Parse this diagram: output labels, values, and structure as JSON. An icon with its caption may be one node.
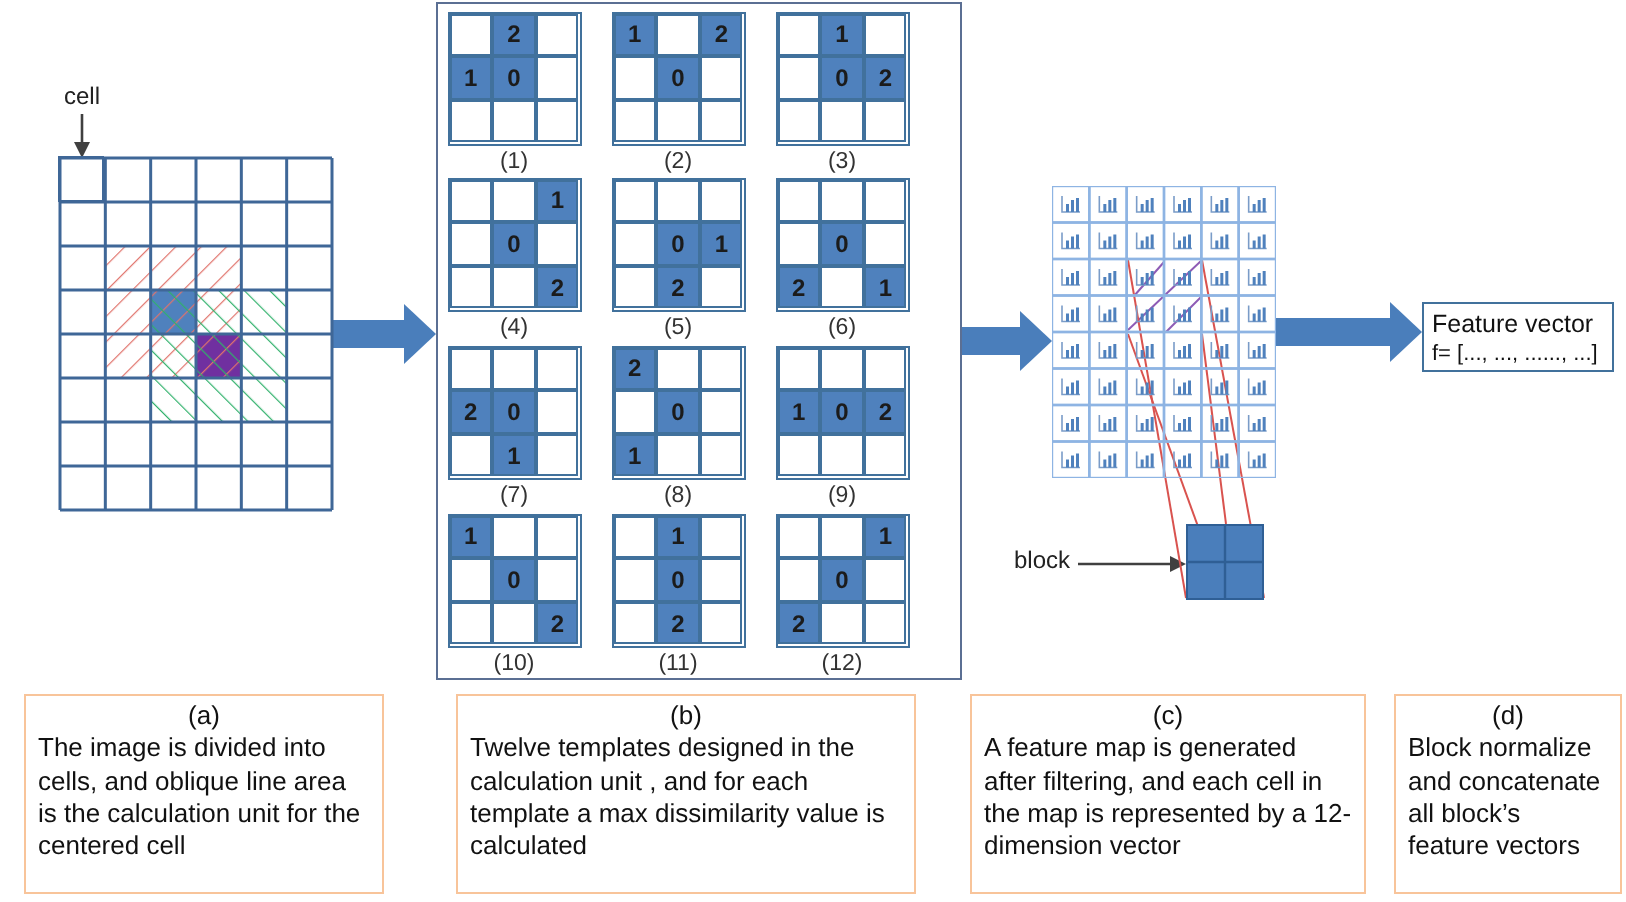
{
  "diagram": {
    "nodes": [
      {
        "text": [
          "cell"
        ]
      },
      {
        "text": [],
        "shape": "grid"
      },
      {
        "text": [],
        "shape": "box",
        "in": 1
      },
      {
        "text": [],
        "shape": "box"
      },
      {
        "text": [
          "2",
          "1",
          "0"
        ],
        "beside": [
          "(1)"
        ],
        "in": 3
      },
      {
        "text": [
          "1",
          "2",
          "0"
        ],
        "beside": [
          "(2)"
        ],
        "in": 3
      },
      {
        "text": [
          "1",
          "0",
          "2"
        ],
        "beside": [
          "(3)"
        ],
        "in": 3
      },
      {
        "text": [
          "1",
          "0",
          "2"
        ],
        "beside": [
          "(4)"
        ],
        "in": 3
      },
      {
        "text": [
          "0",
          "1",
          "2"
        ],
        "beside": [
          "(5)"
        ],
        "in": 3
      },
      {
        "text": [
          "0",
          "2",
          "1"
        ],
        "beside": [
          "(6)"
        ],
        "in": 3
      },
      {
        "text": [
          "2",
          "0",
          "1"
        ],
        "beside": [
          "(7)"
        ],
        "in": 3
      },
      {
        "text": [
          "2",
          "0",
          "1"
        ],
        "beside": [
          "(8)"
        ],
        "in": 3
      },
      {
        "text": [
          "1",
          "0",
          "2"
        ],
        "beside": [
          "(9)"
        ],
        "in": 3
      },
      {
        "text": [
          "1",
          "0",
          "2"
        ],
        "beside": [
          "(10)"
        ],
        "in": 3
      },
      {
        "text": [
          "1",
          "0",
          "2"
        ],
        "beside": [
          "(11)"
        ],
        "in": 3
      },
      {
        "text": [
          "1",
          "0",
          "2"
        ],
        "beside": [
          "(12)"
        ],
        "in": 3
      },
      {
        "text": [],
        "shape": "grid"
      },
      {
        "text": [
          "block"
        ]
      },
      {
        "text": [],
        "shape": "box"
      },
      {
        "text": [
          "Feature vector",
          "f= [..., ..., ......, ...]"
        ]
      },
      {
        "text": [
          "(a)",
          "The image is divided into cells, and oblique line area is the calculation unit for the centered cell"
        ]
      },
      {
        "text": [
          "(b)",
          "Twelve templates designed in the calculation unit , and for each template a max dissimilarity value is calculated"
        ]
      },
      {
        "text": [
          "(c)",
          "A feature map is generated after filtering, and each cell in the map is represented by a 12-dimension vector"
        ]
      },
      {
        "text": [
          "(d)",
          "Block normalize and concatenate all block’s feature vectors"
        ]
      }
    ],
    "edges": [
      {
        "from": 0,
        "to": 2,
        "arrow": "to",
        "color": "#404040"
      },
      {
        "from": 1,
        "to": 3,
        "arrow": "to",
        "style": "thick",
        "color": "#4a7ebb"
      },
      {
        "from": 3,
        "to": 16,
        "arrow": "to",
        "style": "thick",
        "color": "#4a7ebb"
      },
      {
        "from": 16,
        "to": 19,
        "arrow": "to",
        "style": "thick",
        "color": "#4a7ebb"
      },
      {
        "from": 17,
        "to": 18,
        "arrow": "to",
        "color": "#404040"
      },
      {
        "from": 16,
        "to": 18,
        "arrow": "none"
      },
      {
        "from": 16,
        "to": 18,
        "arrow": "none"
      },
      {
        "from": 16,
        "to": 18,
        "arrow": "none"
      },
      {
        "from": 16,
        "to": 18,
        "arrow": "none"
      }
    ]
  }
}
